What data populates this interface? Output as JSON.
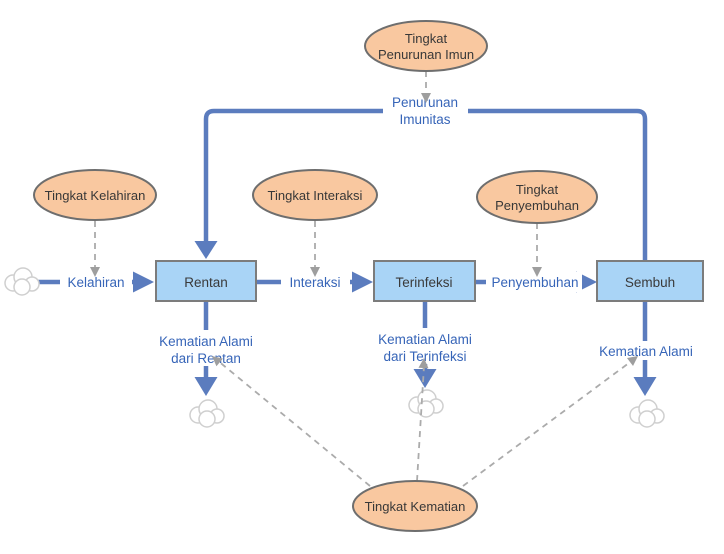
{
  "diagram": {
    "type": "stock-and-flow-diagram",
    "stocks": {
      "rentan": {
        "label": "Rentan"
      },
      "terinfeksi": {
        "label": "Terinfeksi"
      },
      "sembuh": {
        "label": "Sembuh"
      }
    },
    "auxiliaries": {
      "tingkat_kelahiran": {
        "label": "Tingkat Kelahiran"
      },
      "tingkat_interaksi": {
        "label": "Tingkat Interaksi"
      },
      "tingkat_penyembuhan": {
        "line1": "Tingkat",
        "line2": "Penyembuhan"
      },
      "tingkat_penurunan_imun": {
        "line1": "Tingkat",
        "line2": "Penurunan Imun"
      },
      "tingkat_kematian": {
        "label": "Tingkat Kematian"
      }
    },
    "flows": {
      "kelahiran": {
        "label": "Kelahiran"
      },
      "interaksi": {
        "label": "Interaksi"
      },
      "penyembuhan": {
        "label": "Penyembuhan"
      },
      "penurunan_imunitas": {
        "line1": "Penurunan",
        "line2": "Imunitas"
      },
      "kematian_alami_rentan": {
        "line1": "Kematian Alami",
        "line2": "dari Rentan"
      },
      "kematian_alami_terinfeksi": {
        "line1": "Kematian Alami",
        "line2": "dari Terinfeksi"
      },
      "kematian_alami_sembuh": {
        "label": "Kematian Alami"
      }
    },
    "colors": {
      "stock_fill": "#A9D4F6",
      "stock_border": "#7C7C7C",
      "auxiliary_fill": "#F9C8A0",
      "auxiliary_border": "#6E6E6E",
      "flow_blue": "#5B7CBE",
      "flow_label_blue": "#3765B8",
      "connector_gray": "#ABABAB",
      "cloud_gray": "#CFCFCF",
      "text_dark": "#3A3A3A",
      "background": "#ffffff"
    }
  }
}
